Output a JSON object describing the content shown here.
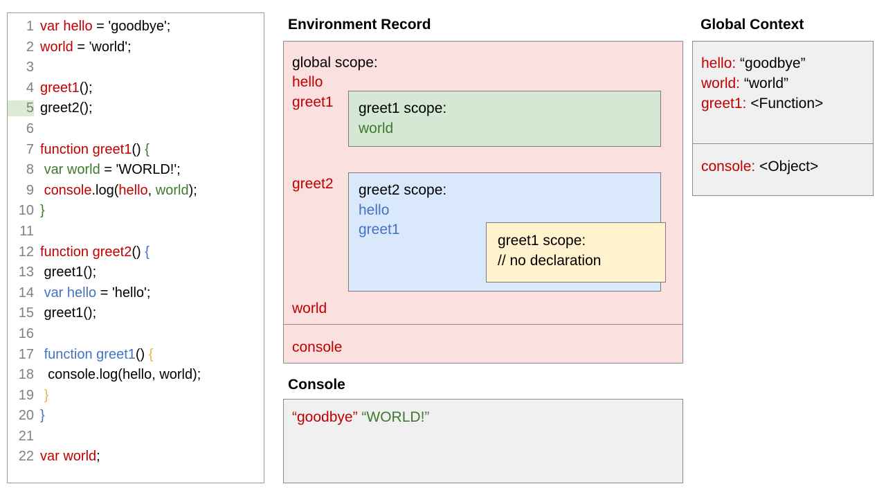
{
  "code_panel": {
    "highlighted_line": 5,
    "lines": [
      {
        "num": "1",
        "tokens": [
          {
            "t": "var hello",
            "c": "red"
          },
          {
            "t": " = 'goodbye';",
            "c": "black"
          }
        ]
      },
      {
        "num": "2",
        "tokens": [
          {
            "t": "world",
            "c": "red"
          },
          {
            "t": " = 'world';",
            "c": "black"
          }
        ]
      },
      {
        "num": "3",
        "tokens": []
      },
      {
        "num": "4",
        "tokens": [
          {
            "t": "greet1",
            "c": "red"
          },
          {
            "t": "();",
            "c": "black"
          }
        ]
      },
      {
        "num": "5",
        "tokens": [
          {
            "t": "greet2();",
            "c": "black"
          }
        ]
      },
      {
        "num": "6",
        "tokens": []
      },
      {
        "num": "7",
        "tokens": [
          {
            "t": "function greet1",
            "c": "red"
          },
          {
            "t": "() ",
            "c": "black"
          },
          {
            "t": "{",
            "c": "green"
          }
        ]
      },
      {
        "num": "8",
        "tokens": [
          {
            "t": " ",
            "c": "black"
          },
          {
            "t": "var world",
            "c": "green"
          },
          {
            "t": " = 'WORLD!';",
            "c": "black"
          }
        ]
      },
      {
        "num": "9",
        "tokens": [
          {
            "t": " ",
            "c": "black"
          },
          {
            "t": "console",
            "c": "red"
          },
          {
            "t": ".log(",
            "c": "black"
          },
          {
            "t": "hello",
            "c": "red"
          },
          {
            "t": ", ",
            "c": "black"
          },
          {
            "t": "world",
            "c": "green"
          },
          {
            "t": ");",
            "c": "black"
          }
        ]
      },
      {
        "num": "10",
        "tokens": [
          {
            "t": "}",
            "c": "green"
          }
        ]
      },
      {
        "num": "11",
        "tokens": []
      },
      {
        "num": "12",
        "tokens": [
          {
            "t": "function greet2",
            "c": "red"
          },
          {
            "t": "() ",
            "c": "black"
          },
          {
            "t": "{",
            "c": "blue"
          }
        ]
      },
      {
        "num": "13",
        "tokens": [
          {
            "t": " greet1();",
            "c": "black"
          }
        ]
      },
      {
        "num": "14",
        "tokens": [
          {
            "t": " ",
            "c": "black"
          },
          {
            "t": "var hello",
            "c": "blue"
          },
          {
            "t": " = 'hello';",
            "c": "black"
          }
        ]
      },
      {
        "num": "15",
        "tokens": [
          {
            "t": " greet1();",
            "c": "black"
          }
        ]
      },
      {
        "num": "16",
        "tokens": []
      },
      {
        "num": "17",
        "tokens": [
          {
            "t": " ",
            "c": "black"
          },
          {
            "t": "function greet1",
            "c": "blue"
          },
          {
            "t": "() ",
            "c": "black"
          },
          {
            "t": "{",
            "c": "orange"
          }
        ]
      },
      {
        "num": "18",
        "tokens": [
          {
            "t": "  console.log(hello, world);",
            "c": "black"
          }
        ]
      },
      {
        "num": "19",
        "tokens": [
          {
            "t": " ",
            "c": "black"
          },
          {
            "t": "}",
            "c": "orange"
          }
        ]
      },
      {
        "num": "20",
        "tokens": [
          {
            "t": "}",
            "c": "blue"
          }
        ]
      },
      {
        "num": "21",
        "tokens": []
      },
      {
        "num": "22",
        "tokens": [
          {
            "t": "var world",
            "c": "red"
          },
          {
            "t": ";",
            "c": "black"
          }
        ]
      }
    ]
  },
  "environment_record": {
    "title": "Environment Record",
    "global_scope_label": "global scope:",
    "bindings": {
      "hello": "hello",
      "greet1": "greet1",
      "greet2": "greet2",
      "world": "world"
    },
    "console_binding": "console",
    "greet1_scope": {
      "title": "greet1 scope:",
      "entries": [
        "world"
      ]
    },
    "greet2_scope": {
      "title": "greet2 scope:",
      "entries": [
        "hello",
        "greet1"
      ]
    },
    "greet1_inner_scope": {
      "title": "greet1 scope:",
      "entries": [
        "// no declaration"
      ]
    }
  },
  "console": {
    "title": "Console",
    "output": [
      {
        "text": "“goodbye”",
        "c": "red"
      },
      {
        "text": " ",
        "c": "black"
      },
      {
        "text": "“WORLD!”",
        "c": "green"
      }
    ]
  },
  "global_context": {
    "title": "Global Context",
    "rows": [
      {
        "key": "hello:",
        "value": " “goodbye”"
      },
      {
        "key": "world:",
        "value": " “world”"
      },
      {
        "key": "greet1:",
        "value": " <Function>"
      }
    ],
    "object_rows": [
      {
        "key": "console:",
        "value": " <Object>"
      }
    ]
  },
  "colors": {
    "red": "#C00000",
    "green": "#3C7A2E",
    "blue": "#4472C4",
    "orange": "#E8B44C",
    "pink_panel": "#FBE0E0",
    "green_box": "#D5E8D4",
    "blue_box": "#DAE8FC",
    "yellow_box": "#FFF2CC",
    "gray_panel": "#F0F0F0",
    "line_highlight": "#DCEBD3"
  }
}
